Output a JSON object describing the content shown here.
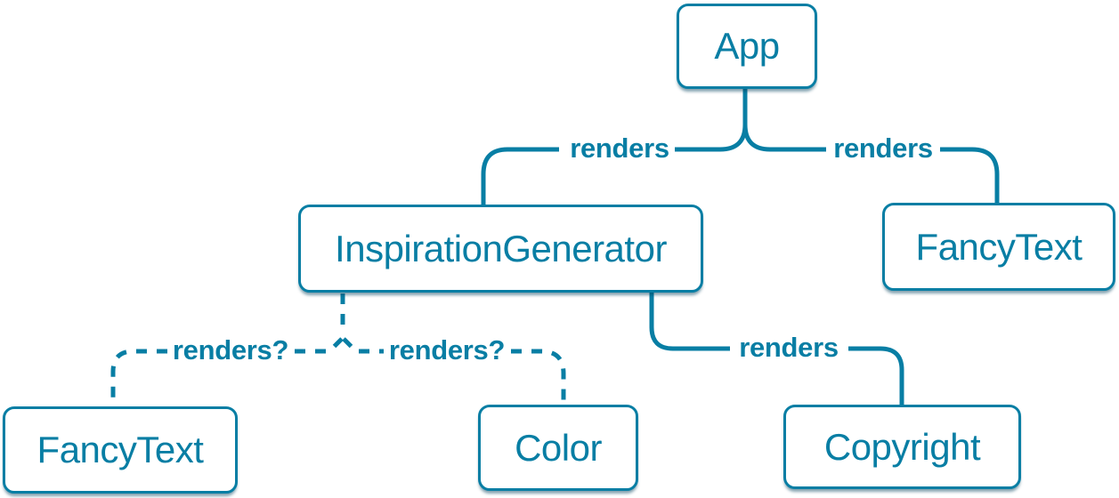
{
  "diagram": {
    "background_color": "#ffffff",
    "accent_color": "#087ea4",
    "nodes": [
      {
        "id": "app",
        "label": "App"
      },
      {
        "id": "inspiration-generator",
        "label": "InspirationGenerator"
      },
      {
        "id": "fancy-text-top",
        "label": "FancyText"
      },
      {
        "id": "fancy-text-bottom",
        "label": "FancyText"
      },
      {
        "id": "color",
        "label": "Color"
      },
      {
        "id": "copyright",
        "label": "Copyright"
      }
    ],
    "edges": [
      {
        "from": "App",
        "to": "InspirationGenerator",
        "label": "renders",
        "style": "solid"
      },
      {
        "from": "App",
        "to": "FancyText",
        "label": "renders",
        "style": "solid"
      },
      {
        "from": "InspirationGenerator",
        "to": "FancyText",
        "label": "renders?",
        "style": "dashed"
      },
      {
        "from": "InspirationGenerator",
        "to": "Color",
        "label": "renders?",
        "style": "dashed"
      },
      {
        "from": "InspirationGenerator",
        "to": "Copyright",
        "label": "renders",
        "style": "solid"
      }
    ]
  }
}
